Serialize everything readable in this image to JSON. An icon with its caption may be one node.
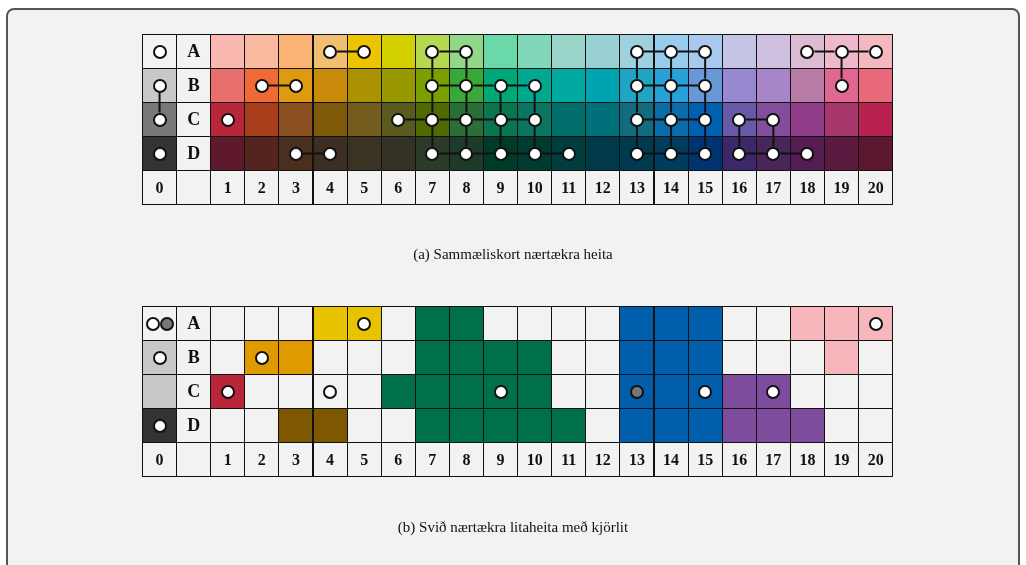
{
  "diagram": {
    "nodes": [
      {
        "text": [],
        "shape": "circle"
      },
      {
        "text": [],
        "shape": "circle"
      },
      {
        "text": [],
        "shape": "circle"
      },
      {
        "text": [],
        "shape": "circle"
      },
      {
        "text": [],
        "shape": "circle"
      },
      {
        "text": [],
        "shape": "circle"
      },
      {
        "text": [],
        "shape": "circle"
      },
      {
        "text": [],
        "shape": "circle"
      },
      {
        "text": [],
        "shape": "circle"
      },
      {
        "text": [],
        "shape": "circle"
      },
      {
        "text": [],
        "shape": "circle"
      },
      {
        "text": [],
        "shape": "circle"
      },
      {
        "text": [],
        "shape": "circle"
      },
      {
        "text": [],
        "shape": "circle"
      },
      {
        "text": [],
        "shape": "circle"
      },
      {
        "text": [],
        "shape": "circle"
      },
      {
        "text": [],
        "shape": "circle"
      },
      {
        "text": [],
        "shape": "circle"
      },
      {
        "text": [],
        "shape": "circle"
      },
      {
        "text": [],
        "shape": "circle"
      },
      {
        "text": [],
        "shape": "circle"
      },
      {
        "text": [],
        "shape": "circle"
      },
      {
        "text": [],
        "shape": "circle"
      },
      {
        "text": [],
        "shape": "circle"
      },
      {
        "text": [],
        "shape": "circle"
      },
      {
        "text": [],
        "shape": "circle"
      },
      {
        "text": [],
        "shape": "circle"
      },
      {
        "text": [],
        "shape": "circle"
      },
      {
        "text": [],
        "shape": "circle"
      },
      {
        "text": [],
        "shape": "circle"
      },
      {
        "text": [],
        "shape": "circle"
      },
      {
        "text": [],
        "shape": "circle"
      },
      {
        "text": [],
        "shape": "circle"
      },
      {
        "text": [],
        "shape": "circle"
      },
      {
        "text": [],
        "shape": "circle"
      },
      {
        "text": [],
        "shape": "circle"
      },
      {
        "text": [],
        "shape": "circle"
      },
      {
        "text": [],
        "shape": "circle"
      },
      {
        "text": [],
        "shape": "circle"
      },
      {
        "text": [],
        "shape": "circle"
      },
      {
        "text": [],
        "shape": "circle"
      },
      {
        "text": [],
        "shape": "circle"
      },
      {
        "text": [],
        "shape": "circle"
      },
      {
        "text": [],
        "shape": "circle"
      },
      {
        "text": [],
        "shape": "circle"
      },
      {
        "text": [],
        "shape": "circle"
      },
      {
        "text": [],
        "shape": "circle"
      },
      {
        "text": [],
        "shape": "circle"
      },
      {
        "text": [],
        "shape": "circle"
      },
      {
        "text": [],
        "shape": "circle"
      },
      {
        "text": [],
        "shape": "circle"
      },
      {
        "text": [],
        "shape": "circle"
      },
      {
        "text": [],
        "shape": "circle"
      },
      {
        "text": [],
        "shape": "circle"
      },
      {
        "text": [],
        "shape": "circle"
      },
      {
        "text": [],
        "shape": "circle"
      },
      {
        "text": [],
        "shape": "circle"
      },
      {
        "text": [],
        "shape": "circle"
      },
      {
        "text": [],
        "shape": "circle"
      },
      {
        "text": [],
        "shape": "circle"
      },
      {
        "text": [],
        "shape": "circle"
      }
    ],
    "edges": [
      {
        "from": 1,
        "to": 2,
        "arrow": "none"
      },
      {
        "from": 3,
        "to": 4,
        "arrow": "none"
      },
      {
        "from": 5,
        "to": 6,
        "arrow": "none"
      },
      {
        "from": 6,
        "to": 7,
        "arrow": "none"
      },
      {
        "from": 8,
        "to": 9,
        "arrow": "none"
      },
      {
        "from": 9,
        "to": 10,
        "arrow": "none"
      },
      {
        "from": 12,
        "to": 13,
        "arrow": "none"
      },
      {
        "from": 14,
        "to": 15,
        "arrow": "none"
      },
      {
        "from": 15,
        "to": 16,
        "arrow": "none"
      },
      {
        "from": 16,
        "to": 17,
        "arrow": "none"
      },
      {
        "from": 18,
        "to": 19,
        "arrow": "none"
      },
      {
        "from": 19,
        "to": 20,
        "arrow": "none"
      },
      {
        "from": 24,
        "to": 25,
        "arrow": "none"
      },
      {
        "from": 25,
        "to": 26,
        "arrow": "none"
      },
      {
        "from": 26,
        "to": 27,
        "arrow": "none"
      },
      {
        "from": 27,
        "to": 28,
        "arrow": "none"
      },
      {
        "from": 29,
        "to": 30,
        "arrow": "none"
      },
      {
        "from": 30,
        "to": 31,
        "arrow": "none"
      },
      {
        "from": 32,
        "to": 33,
        "arrow": "none"
      },
      {
        "from": 35,
        "to": 36,
        "arrow": "none"
      },
      {
        "from": 37,
        "to": 38,
        "arrow": "none"
      },
      {
        "from": 38,
        "to": 39,
        "arrow": "none"
      },
      {
        "from": 39,
        "to": 40,
        "arrow": "none"
      },
      {
        "from": 40,
        "to": 41,
        "arrow": "none"
      },
      {
        "from": 42,
        "to": 43,
        "arrow": "none"
      },
      {
        "from": 43,
        "to": 44,
        "arrow": "none"
      },
      {
        "from": 45,
        "to": 46,
        "arrow": "none"
      },
      {
        "from": 46,
        "to": 47,
        "arrow": "none"
      },
      {
        "from": 11,
        "to": 22,
        "arrow": "none"
      },
      {
        "from": 3,
        "to": 14,
        "arrow": "none"
      },
      {
        "from": 14,
        "to": 25,
        "arrow": "none"
      },
      {
        "from": 25,
        "to": 37,
        "arrow": "none"
      },
      {
        "from": 4,
        "to": 15,
        "arrow": "none"
      },
      {
        "from": 15,
        "to": 26,
        "arrow": "none"
      },
      {
        "from": 26,
        "to": 38,
        "arrow": "none"
      },
      {
        "from": 16,
        "to": 27,
        "arrow": "none"
      },
      {
        "from": 27,
        "to": 39,
        "arrow": "none"
      },
      {
        "from": 17,
        "to": 28,
        "arrow": "none"
      },
      {
        "from": 28,
        "to": 40,
        "arrow": "none"
      },
      {
        "from": 5,
        "to": 18,
        "arrow": "none"
      },
      {
        "from": 18,
        "to": 29,
        "arrow": "none"
      },
      {
        "from": 29,
        "to": 42,
        "arrow": "none"
      },
      {
        "from": 6,
        "to": 19,
        "arrow": "none"
      },
      {
        "from": 19,
        "to": 30,
        "arrow": "none"
      },
      {
        "from": 30,
        "to": 43,
        "arrow": "none"
      },
      {
        "from": 7,
        "to": 20,
        "arrow": "none"
      },
      {
        "from": 20,
        "to": 31,
        "arrow": "none"
      },
      {
        "from": 31,
        "to": 44,
        "arrow": "none"
      },
      {
        "from": 32,
        "to": 45,
        "arrow": "none"
      },
      {
        "from": 33,
        "to": 46,
        "arrow": "none"
      },
      {
        "from": 9,
        "to": 21,
        "arrow": "none"
      }
    ],
    "labels": [
      "A",
      "B",
      "C",
      "D",
      "0",
      "1",
      "2",
      "3",
      "4",
      "5",
      "6",
      "7",
      "8",
      "9",
      "10",
      "11",
      "12",
      "13",
      "14",
      "15",
      "16",
      "17",
      "18",
      "19",
      "20",
      "(a) Sammæliskort nærtækra heita",
      "A",
      "B",
      "C",
      "D",
      "0",
      "1",
      "2",
      "3",
      "4",
      "5",
      "6",
      "7",
      "8",
      "9",
      "10",
      "11",
      "12",
      "13",
      "14",
      "15",
      "16",
      "17",
      "18",
      "19",
      "20",
      "(b) Svið nærtækra litaheita með kjörlit"
    ]
  }
}
